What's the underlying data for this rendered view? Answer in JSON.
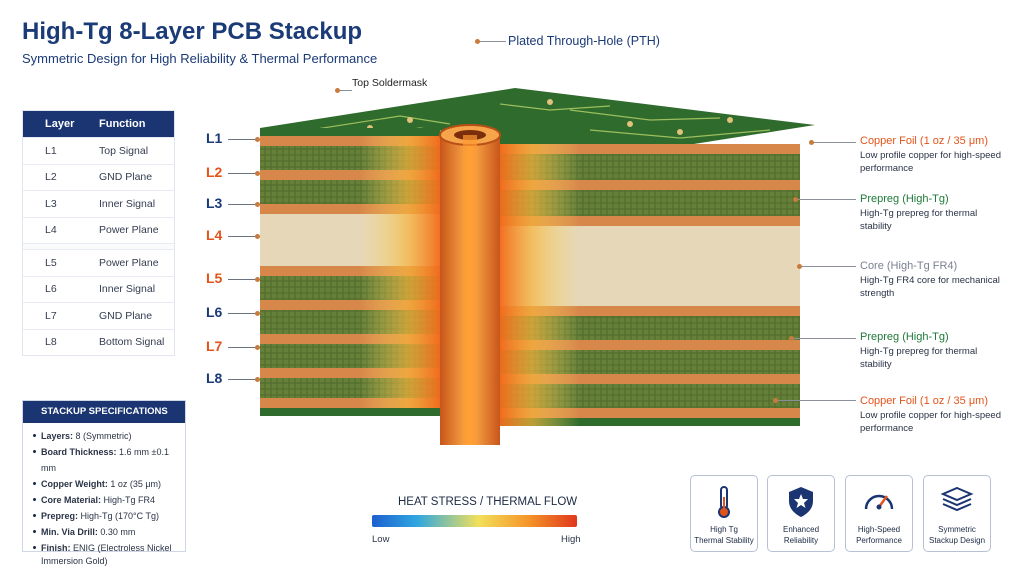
{
  "title": "High-Tg 8-Layer PCB Stackup",
  "subtitle": "Symmetric Design for High Reliability & Thermal Performance",
  "layer_table": {
    "headers": [
      "Layer",
      "Function"
    ],
    "rows": [
      {
        "layer": "L1",
        "function": "Top Signal"
      },
      {
        "layer": "L2",
        "function": "GND Plane"
      },
      {
        "layer": "L3",
        "function": "Inner Signal"
      },
      {
        "layer": "L4",
        "function": "Power Plane"
      },
      {
        "layer": "L5",
        "function": "Power Plane"
      },
      {
        "layer": "L6",
        "function": "Inner Signal"
      },
      {
        "layer": "L7",
        "function": "GND Plane"
      },
      {
        "layer": "L8",
        "function": "Bottom Signal"
      }
    ]
  },
  "specs": {
    "heading": "STACKUP SPECIFICATIONS",
    "items": [
      {
        "label": "Layers:",
        "value": "8 (Symmetric)"
      },
      {
        "label": "Board Thickness:",
        "value": "1.6 mm ±0.1 mm"
      },
      {
        "label": "Copper Weight:",
        "value": "1 oz (35 μm)"
      },
      {
        "label": "Core Material:",
        "value": "High-Tg FR4"
      },
      {
        "label": "Prepreg:",
        "value": "High-Tg (170°C Tg)"
      },
      {
        "label": "Min. Via Drill:",
        "value": "0.30 mm"
      },
      {
        "label": "Finish:",
        "value": "ENIG (Electroless Nickel Immersion Gold)"
      }
    ]
  },
  "layer_labels": [
    "L1",
    "L2",
    "L3",
    "L4",
    "L5",
    "L6",
    "L7",
    "L8"
  ],
  "labels": {
    "top_soldermask": "Top Soldermask",
    "pth": "Plated Through-Hole (PTH)",
    "heat": "HEAT STRESS / THERMAL FLOW",
    "low": "Low",
    "high": "High"
  },
  "callouts": [
    {
      "heading": "Copper Foil (1 oz / 35 μm)",
      "desc": "Low profile copper for high-speed performance",
      "color": "orange"
    },
    {
      "heading": "Prepreg (High-Tg)",
      "desc": "High-Tg prepreg for thermal stability",
      "color": "green"
    },
    {
      "heading": "Core (High-Tg FR4)",
      "desc": "High-Tg FR4 core for mechanical strength",
      "color": "gray"
    },
    {
      "heading": "Prepreg (High-Tg)",
      "desc": "High-Tg prepreg for thermal stability",
      "color": "green"
    },
    {
      "heading": "Copper Foil (1 oz / 35 μm)",
      "desc": "Low profile copper for high-speed performance",
      "color": "orange"
    }
  ],
  "features": [
    {
      "icon": "thermometer-icon",
      "line1": "High Tg",
      "line2": "Thermal Stability"
    },
    {
      "icon": "shield-icon",
      "line1": "Enhanced",
      "line2": "Reliability"
    },
    {
      "icon": "speedometer-icon",
      "line1": "High-Speed",
      "line2": "Performance"
    },
    {
      "icon": "layers-icon",
      "line1": "Symmetric",
      "line2": "Stackup Design"
    }
  ],
  "colors": {
    "navy": "#1a3572",
    "orange": "#e3541b",
    "green": "#1f7a3a",
    "copper": "#d8874a",
    "prepreg": "#6e8a3a",
    "core": "#e6d7b8",
    "soldermask": "#2f6b2c"
  }
}
